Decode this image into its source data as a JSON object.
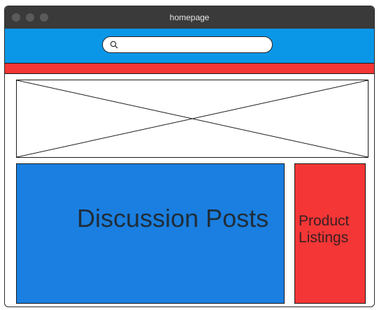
{
  "window": {
    "title": "homepage"
  },
  "search": {
    "placeholder": ""
  },
  "main": {
    "discussion_label": "Discussion Posts",
    "listings_label": "Product Listings"
  },
  "colors": {
    "header": "#0b97e8",
    "banner": "#f43636",
    "discussion": "#1a7fe0",
    "listings": "#f43636",
    "titlebar": "#3a3a3a"
  },
  "icons": {
    "search": "search-icon"
  }
}
